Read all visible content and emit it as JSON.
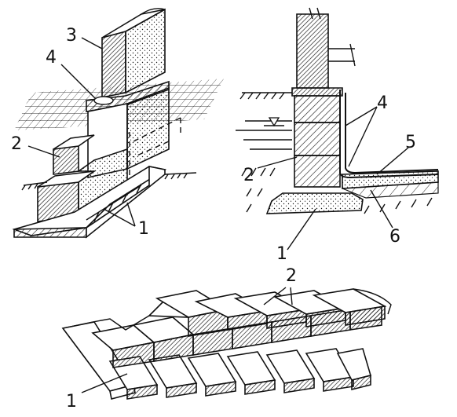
{
  "labels": {
    "fig_a": [
      "3",
      "4",
      "2",
      "1"
    ],
    "fig_b": [
      "4",
      "5",
      "2",
      "6",
      "1"
    ],
    "fig_c": [
      "2",
      "1"
    ]
  }
}
